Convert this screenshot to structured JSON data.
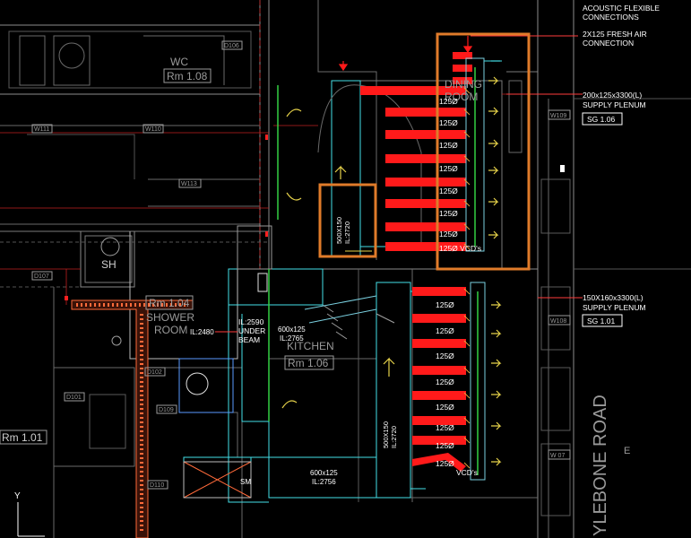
{
  "colors": {
    "background": "#000000",
    "duct_fill": "#ff1a1a",
    "highlight_box": "#e07b2a",
    "plenum": "#44e0e8",
    "grille": "#32d042",
    "arrow": "#e6d24a",
    "wall": "#8c8c8c",
    "label": "#ffffff",
    "hatch": "#ff6a3a"
  },
  "annotations": {
    "acoustic": "ACOUSTIC FLEXIBLE CONNECTIONS",
    "fresh_air": "2X125 FRESH AIR CONNECTION",
    "plenum_top": "200x125x3300(L) SUPPLY PLENUM",
    "sg_top": "SG 1.06",
    "plenum_bottom": "150X160x3300(L) SUPPLY PLENUM",
    "sg_bottom": "SG 1.01"
  },
  "rooms": {
    "wc": "WC",
    "wc_num": "Rm 1.08",
    "dining_1": "DINING",
    "dining_2": "ROOM",
    "shower_num": "Rm 1.04",
    "shower_1": "SHOWER",
    "shower_2": "ROOM",
    "kitchen": "KITCHEN",
    "kitchen_num": "Rm 1.06",
    "left_num": "Rm 1.01",
    "sh": "SH",
    "street": "YLEBONE ROAD"
  },
  "duct_labels": {
    "vertical_top": "500X150 IL:2720",
    "vertical_bottom": "500X150 IL:2720",
    "il2590": "IL:2590",
    "under": "UNDER",
    "beam": "BEAM",
    "il2480": "IL:2480",
    "d600_mid": "600x125",
    "il2765": "IL:2765",
    "d600_bot": "600x125",
    "il2756": "IL:2756",
    "branch_size": "125Ø",
    "vcds_top": "125Ø VCD's",
    "vcds_bottom": "VCD's"
  },
  "tags": {
    "w111": "W111",
    "w110": "W110",
    "w113": "W113",
    "w109": "W109",
    "w108": "W108",
    "w107": "W 07",
    "d106": "D106",
    "d107": "D107",
    "d101": "D101",
    "d109": "D109",
    "d110": "D110",
    "d102": "D102",
    "sm": "SM",
    "e": "E",
    "y": "Y"
  }
}
